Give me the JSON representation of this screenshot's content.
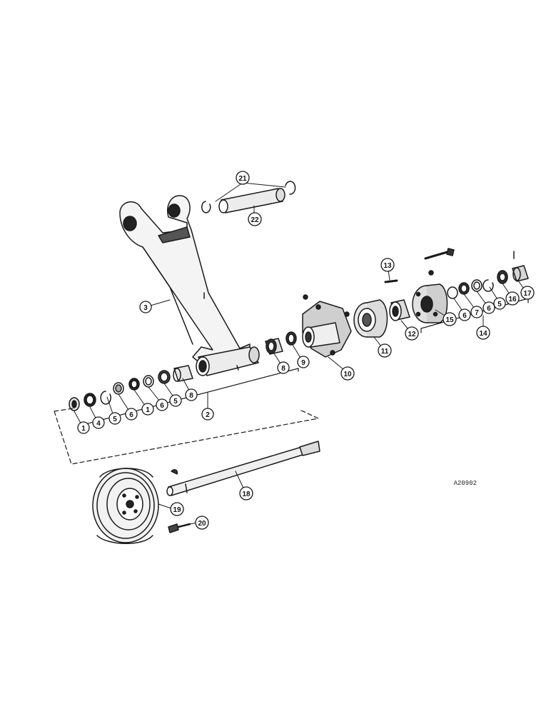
{
  "drawing": {
    "reference_code": "A20902",
    "colors": {
      "ink": "#1a1a1a",
      "paper": "#ffffff",
      "shade": "#555555"
    }
  },
  "callouts": {
    "c1a": "1",
    "c4": "4",
    "c5a": "5",
    "c6a": "6",
    "c1b": "1",
    "c6b": "6",
    "c5b": "5",
    "c8a": "8",
    "c2": "2",
    "c3": "3",
    "c8b": "8",
    "c9": "9",
    "c10": "10",
    "c11": "11",
    "c12": "12",
    "c13": "13",
    "c14": "14",
    "c15": "15",
    "c6c": "6",
    "c7": "7",
    "c6d": "6",
    "c5c": "5",
    "c16": "16",
    "c17": "17",
    "c18": "18",
    "c19": "19",
    "c20": "20",
    "c21": "21",
    "c22": "22"
  }
}
